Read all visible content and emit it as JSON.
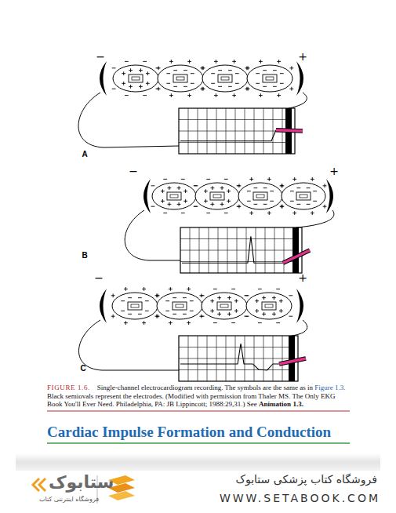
{
  "diagram": {
    "title": "Cardiac Impulse Formation and Conduction",
    "caption": "FIGURE 1.6. Single-channel electrocardiogram recording. The symbols are the same as in Figure 1.3. Black semiovals represent the electrodes. (Modified with permission from Thaler MS. The Only EKG Book You'll Ever Need. Philadelphia, PA: JB Lippincott; 1988:29,31.) See Animation 1.3.",
    "labels": [
      "−",
      "+",
      "A",
      "−",
      "+",
      "B",
      "−",
      "+",
      "C",
      "ستابوک",
      "فروشگاه اینترنتی کتاب",
      "فروشگاه کتاب پزشکی ستابوک",
      "WWW.SETABOOK.COM"
    ]
  }
}
